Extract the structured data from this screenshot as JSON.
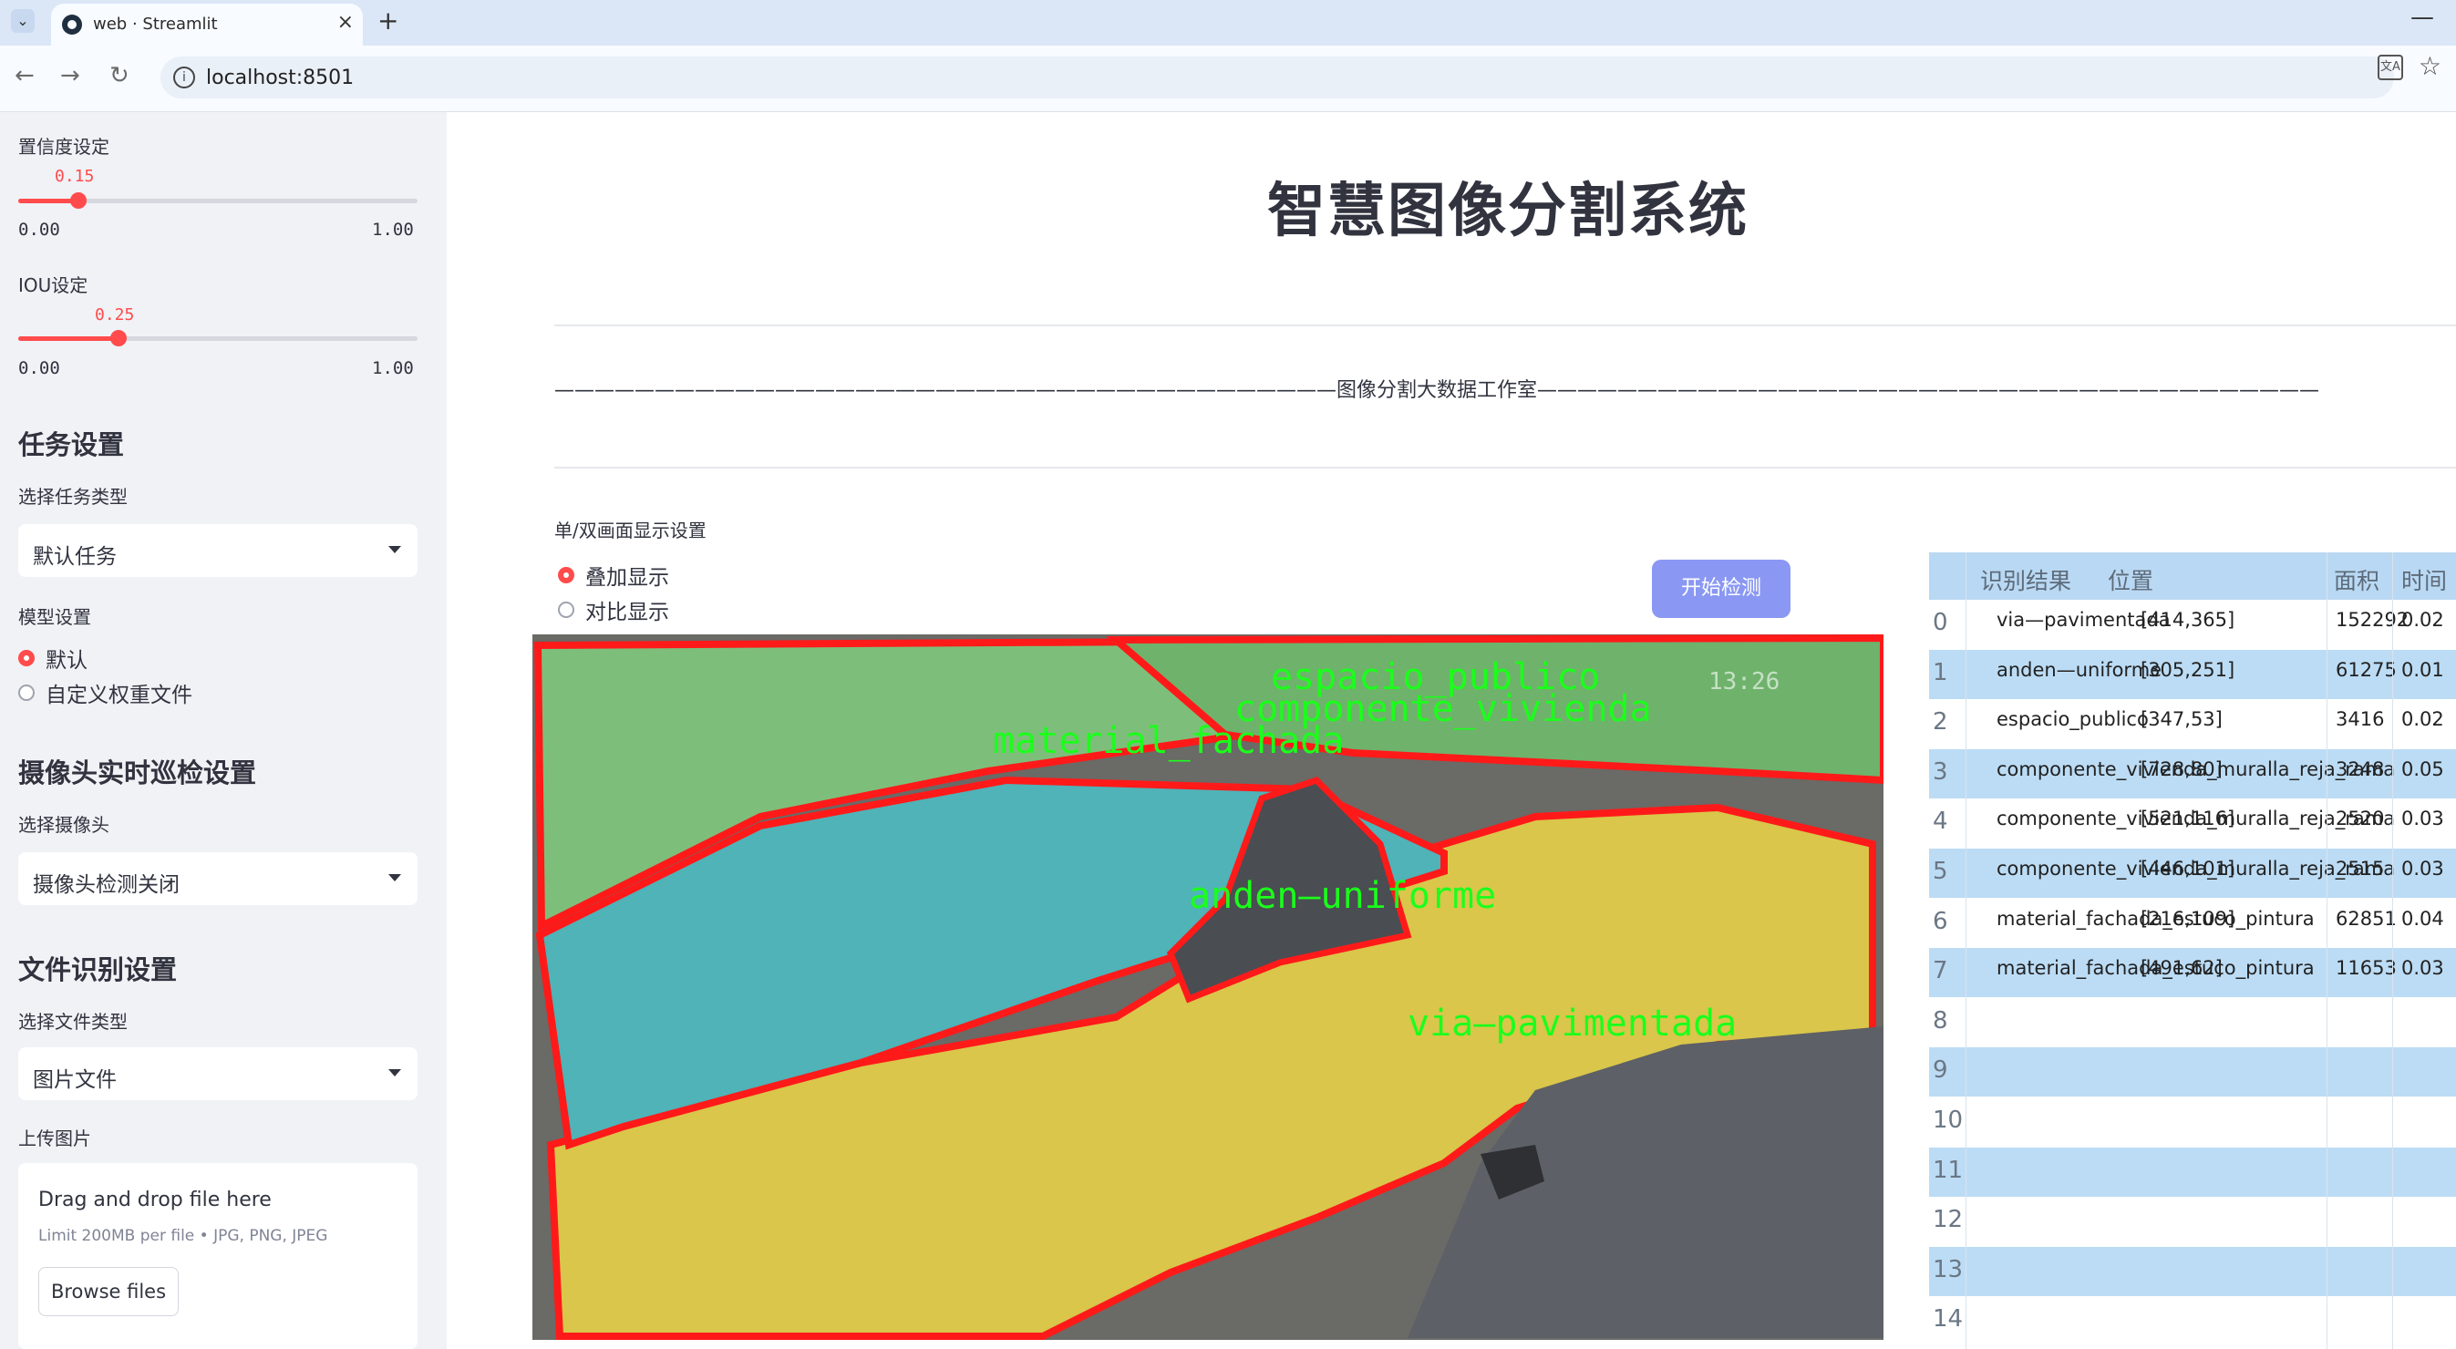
{
  "browser": {
    "tab_title": "web · Streamlit",
    "url": "localhost:8501",
    "tab_close": "×",
    "new_tab": "+",
    "minimize": "—"
  },
  "sidebar": {
    "confidence": {
      "label": "置信度设定",
      "value": 0.15,
      "value_text": "0.15",
      "min": "0.00",
      "max": "1.00"
    },
    "iou": {
      "label": "IOU设定",
      "value": 0.25,
      "value_text": "0.25",
      "min": "0.00",
      "max": "1.00"
    },
    "task_heading": "任务设置",
    "task_type_label": "选择任务类型",
    "task_type_value": "默认任务",
    "model_label": "模型设置",
    "model_options": [
      "默认",
      "自定义权重文件"
    ],
    "camera_heading": "摄像头实时巡检设置",
    "camera_label": "选择摄像头",
    "camera_value": "摄像头检测关闭",
    "file_heading": "文件识别设置",
    "file_type_label": "选择文件类型",
    "file_type_value": "图片文件",
    "upload_label": "上传图片",
    "dropzone_title": "Drag and drop file here",
    "dropzone_limit": "Limit 200MB per file • JPG, PNG, JPEG",
    "browse_label": "Browse files"
  },
  "main": {
    "title": "智慧图像分割系统",
    "banner": "———————————————————————————————————————图像分割大数据工作室———————————————————————————————————————",
    "display_mode_label": "单/双画面显示设置",
    "display_modes": [
      "叠加显示",
      "对比显示"
    ],
    "start_button": "开始检测"
  },
  "overlay_labels": {
    "l1": "espacio_publico",
    "l2": "componente_vivienda",
    "l3": "material_fachada",
    "l4": "anden—uniforme",
    "l5": "via—pavimentada",
    "timestamp": "13:26"
  },
  "table": {
    "columns": [
      "识别结果",
      "位置",
      "面积",
      "时间"
    ],
    "rows": [
      {
        "idx": "0",
        "label": "via—pavimentada",
        "pos": "[414,365]",
        "area": "152292",
        "time": "0.02"
      },
      {
        "idx": "1",
        "label": "anden—uniforme",
        "pos": "[305,251]",
        "area": "61275",
        "time": "0.01"
      },
      {
        "idx": "2",
        "label": "espacio_publico",
        "pos": "[347,53]",
        "area": "3416",
        "time": "0.02"
      },
      {
        "idx": "3",
        "label": "componente_vivienda_muralla_reja_rama",
        "pos": "[728,80]",
        "area": "3248",
        "time": "0.05"
      },
      {
        "idx": "4",
        "label": "componente_vivienda_muralla_reja_rama",
        "pos": "[521,116]",
        "area": "2520",
        "time": "0.03"
      },
      {
        "idx": "5",
        "label": "componente_vivienda_muralla_reja_rama",
        "pos": "[446,101]",
        "area": "2515",
        "time": "0.03"
      },
      {
        "idx": "6",
        "label": "material_fachada_estuco_pintura",
        "pos": "[216,109]",
        "area": "62851",
        "time": "0.04"
      },
      {
        "idx": "7",
        "label": "material_fachada_estuco_pintura",
        "pos": "[491,62]",
        "area": "11653",
        "time": "0.03"
      },
      {
        "idx": "8",
        "label": "",
        "pos": "",
        "area": "",
        "time": ""
      },
      {
        "idx": "9",
        "label": "",
        "pos": "",
        "area": "",
        "time": ""
      },
      {
        "idx": "10",
        "label": "",
        "pos": "",
        "area": "",
        "time": ""
      },
      {
        "idx": "11",
        "label": "",
        "pos": "",
        "area": "",
        "time": ""
      },
      {
        "idx": "12",
        "label": "",
        "pos": "",
        "area": "",
        "time": ""
      },
      {
        "idx": "13",
        "label": "",
        "pos": "",
        "area": "",
        "time": ""
      },
      {
        "idx": "14",
        "label": "",
        "pos": "",
        "area": "",
        "time": ""
      }
    ]
  },
  "colors": {
    "accent": "#ff4b4b",
    "sidebar_bg": "#f0f2f6",
    "button": "#8a98f3",
    "table_header": "#b9d8f3",
    "table_alt": "#bcdcf5",
    "mask_wall": "#7dbf7a",
    "mask_sidewalk": "#4fb3b8",
    "mask_road": "#d9c64a",
    "outline": "#ff1a1a",
    "label_text": "#1bff1b"
  }
}
